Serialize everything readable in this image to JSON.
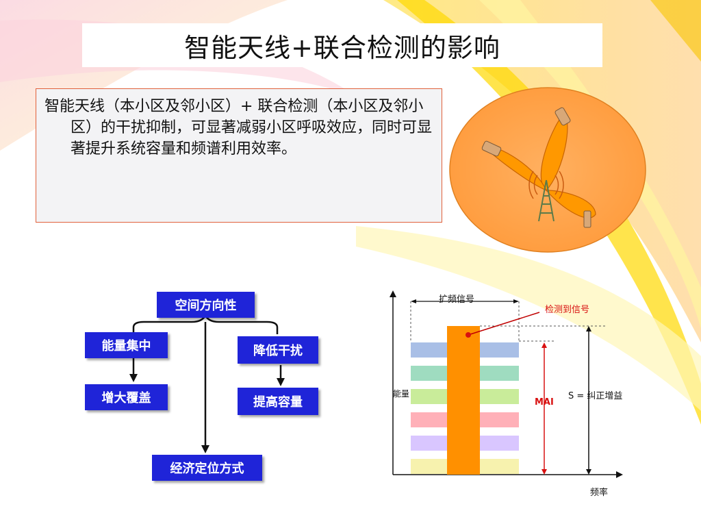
{
  "slide": {
    "title": "智能天线+联合检测的影响",
    "paragraph": "智能天线（本小区及邻小区）+ 联合检测（本小区及邻小区）的干扰抑制，可显著减弱小区呼吸效应，同时可显著提升系统容量和频谱利用效率。"
  },
  "diagram": {
    "root": "空间方向性",
    "left": "能量集中",
    "left_child": "增大覆盖",
    "right": "降低干扰",
    "right_child": "提高容量",
    "bottom": "经济定位方式"
  },
  "chart_data": {
    "type": "bar",
    "labels": {
      "spread_signal": "扩频信号",
      "detected_signal": "检测到信号",
      "ylabel": "能量",
      "xlabel": "频率",
      "mai": "MAI",
      "gain": "S = 纠正增益"
    },
    "bands": [
      "#a9bfe6",
      "#9fdcc0",
      "#c9ec9a",
      "#ffb0b8",
      "#d9c6ff",
      "#f7f2ae"
    ],
    "main_bar_color": "#ff9000"
  },
  "colors": {
    "accent_border": "#e0603a",
    "box_blue": "#1f24d8",
    "swoosh": "#ffd21a"
  }
}
